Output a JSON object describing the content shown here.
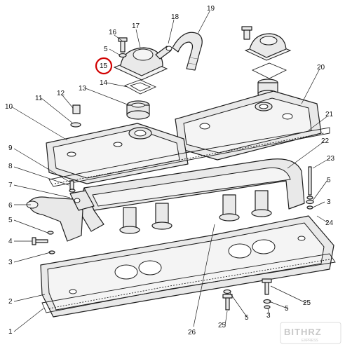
{
  "callouts": [
    {
      "id": "c16",
      "label": "16"
    },
    {
      "id": "c17",
      "label": "17"
    },
    {
      "id": "c18",
      "label": "18"
    },
    {
      "id": "c19",
      "label": "19"
    },
    {
      "id": "c5a",
      "label": "5"
    },
    {
      "id": "c15",
      "label": "15"
    },
    {
      "id": "c14",
      "label": "14"
    },
    {
      "id": "c13",
      "label": "13"
    },
    {
      "id": "c12",
      "label": "12"
    },
    {
      "id": "c11",
      "label": "11"
    },
    {
      "id": "c10",
      "label": "10"
    },
    {
      "id": "c20",
      "label": "20"
    },
    {
      "id": "c21",
      "label": "21"
    },
    {
      "id": "c22",
      "label": "22"
    },
    {
      "id": "c23",
      "label": "23"
    },
    {
      "id": "c9",
      "label": "9"
    },
    {
      "id": "c8",
      "label": "8"
    },
    {
      "id": "c7",
      "label": "7"
    },
    {
      "id": "c6",
      "label": "6"
    },
    {
      "id": "c5b",
      "label": "5"
    },
    {
      "id": "c4",
      "label": "4"
    },
    {
      "id": "c3a",
      "label": "3"
    },
    {
      "id": "c5c",
      "label": "5"
    },
    {
      "id": "c3b",
      "label": "3"
    },
    {
      "id": "c24",
      "label": "24"
    },
    {
      "id": "c2",
      "label": "2"
    },
    {
      "id": "c1",
      "label": "1"
    },
    {
      "id": "c26",
      "label": "26"
    },
    {
      "id": "c25a",
      "label": "25"
    },
    {
      "id": "c5d",
      "label": "5"
    },
    {
      "id": "c3c",
      "label": "3"
    },
    {
      "id": "c25b",
      "label": "25"
    },
    {
      "id": "c5e",
      "label": "5"
    }
  ],
  "highlight": {
    "callout": "15",
    "color": "#d10000"
  },
  "logo": {
    "text": "BITHRZ",
    "subtitle": "EXPRESS"
  }
}
